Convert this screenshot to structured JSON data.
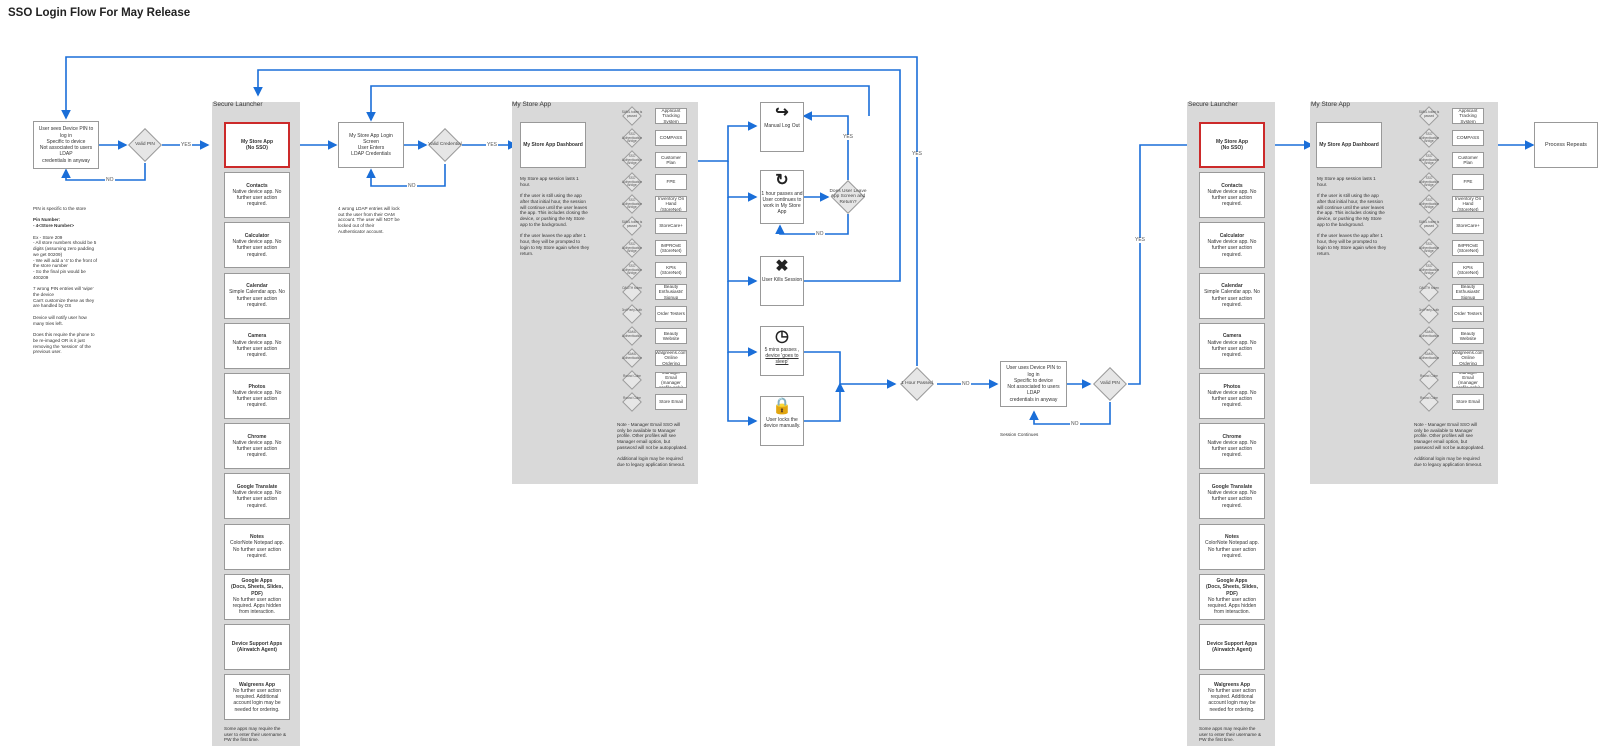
{
  "title": "SSO Login Flow For May Release",
  "edge_labels": {
    "yes": "YES",
    "no": "NO"
  },
  "start_box": "User sees Device PIN to log in\nSpecific to device\nNot associated to users LDAP\ncredentials in anyway",
  "valid_pin": "Valid PIN",
  "pin_notes": {
    "l1": "PIN is specific to the store",
    "l2": "Pin Number:",
    "l3": "- 4<Store Number>",
    "l4": "Ex - Store 209\n- All store numbers should be 5 digits (assuming zero padding we get 00209)\n- We will add a '4' to the front of the store number\n- So the final pin would be 400209",
    "l5": "7 wrong PIN entries will 'wipe' the device\nCan't customize these as they are handled by OS",
    "l6": "Device will notify user how many tries left.",
    "l7": "Does this require the phone to be re-imaged OR is it just removing the 'session' of the previous user."
  },
  "secure_launcher": {
    "title": "Secure Launcher",
    "items": [
      {
        "name": "My Store App\n(No SSO)",
        "desc": ""
      },
      {
        "name": "Contacts",
        "desc": "Native device app. No further user action required."
      },
      {
        "name": "Calculator",
        "desc": "Native device app. No further user action required."
      },
      {
        "name": "Calendar",
        "desc": "Simple Calendar app. No further user action required."
      },
      {
        "name": "Camera",
        "desc": "Native device app. No further user action required."
      },
      {
        "name": "Photos",
        "desc": "Native device app. No further user action required."
      },
      {
        "name": "Chrome",
        "desc": "Native device app. No further user action required."
      },
      {
        "name": "Google Translate",
        "desc": "Native device app. No further user action required."
      },
      {
        "name": "Notes",
        "desc": "ColorNote Notepad app. No further user action required."
      },
      {
        "name": "Google Apps\n(Docs, Sheets, Slides, PDF)",
        "desc": "No further user action required. Apps hidden from interaction."
      },
      {
        "name": "Device Support Apps\n(Airwatch Agent)",
        "desc": ""
      },
      {
        "name": "Walgreens App",
        "desc": "No further user action required. Additional account login may be needed for ordering."
      }
    ],
    "footnote": "Some apps may require the user to enter their username & PW the first time."
  },
  "login_screen": "My Store App Login Screen\nUser Enters\nLDAP Credentials",
  "valid_credential": "Valid Credential",
  "ldap_note": "4 wrong LDAP entries will lock out the user from their OAM account. The user will NOT be locked out of their Authenticator account.",
  "my_store_app": {
    "title": "My Store App",
    "dashboard": "My Store App Dashboard",
    "note1": "My Store app session lasts 1 hour.",
    "note2": "If the user is still using the app after that initial hour, the session will continue until the user leaves the app. This includes closing the device, or pushing the My Store app to the background.",
    "note3": "If the user leaves the app after 1 hour, they will be prompted to login to My Store again when they return.",
    "rows": [
      {
        "gate": "SAML token is passed",
        "app": "Applicant Tracking System"
      },
      {
        "gate": "SSO Authentication Bridge",
        "app": "COMPASS"
      },
      {
        "gate": "SSO Authentication Bridge",
        "app": "Customer Plan"
      },
      {
        "gate": "SSO Authentication Bridge",
        "app": "FPE"
      },
      {
        "gate": "SSO Authentication Bridge",
        "app": "Inventory On Hand (StoreNet)"
      },
      {
        "gate": "SAML token is passed",
        "app": "StoreCare+"
      },
      {
        "gate": "SSO Authentication Bridge",
        "app": "IMPROvE (StoreNet)"
      },
      {
        "gate": "SSO Authentication Bridge",
        "app": "KPIs (StoreNet)"
      },
      {
        "gate": "OAUTH token",
        "app": "Beauty Enthusiasts' Signup"
      },
      {
        "gate": "3rd Party Auth",
        "app": "Order Testers"
      },
      {
        "gate": "SAML Authentication",
        "app": "Beauty Website"
      },
      {
        "gate": "SAML Authentication",
        "app": "Walgreens.com Online Ordering"
      },
      {
        "gate": "Round Cube",
        "app": "Manager Email (manager profile only)"
      },
      {
        "gate": "Round Cube",
        "app": "Store Email"
      }
    ],
    "footnote1": "Note - Manager Email SSO will only be available to Manager profile. Other profiles will see Manager email option, but password will not be autopoplated.",
    "footnote2": "Additional login may be required due to legacy application timeout."
  },
  "actions": {
    "logout": "Manual Log Out",
    "hour": "1 hour passes and User continues to work in My Store App",
    "kill": "User Kills Session",
    "sleep1": "5 mins passes ,",
    "sleep2": "device 'goes to sleep'",
    "lock": "User locks the device manually."
  },
  "leave_decision": "Does User Leave App Screen and Return?",
  "hour_passed": "1 Hour Passed",
  "device_pin_box": "User uses Device PIN to log in\nSpecific to device\nNot associated to users LDAP\ncredentials in anyway",
  "session_continues": "Session Continues",
  "process_repeats": "Process Repeats"
}
